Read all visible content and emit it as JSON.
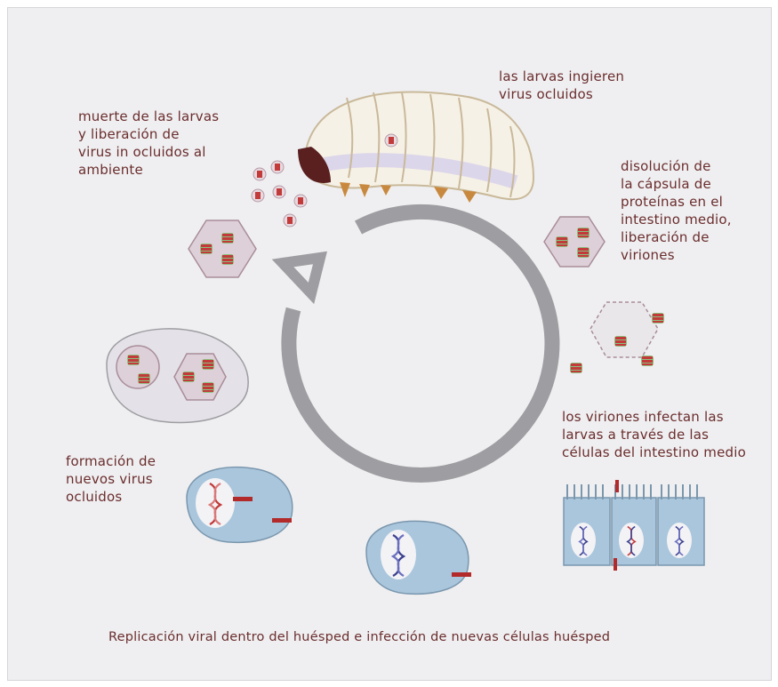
{
  "labels": {
    "ingest": "las larvas ingieren\nvirus ocluidos",
    "death": "muerte de las larvas\ny liberación de\nvirus in ocluidos al\nambiente",
    "dissolution": "disolución de\nla cápsula de\nproteínas en el\nintestino medio,\nliberación de\nviriones",
    "infect": "los viriones infectan las\nlarvas a través de las\ncélulas del intestino medio",
    "formation": "formación de\nnuevos virus\nocluidos",
    "caption": "Replicación viral dentro del huésped e infección de nuevas células huésped"
  },
  "colors": {
    "text": "#6b2d2d",
    "cycle_arrow": "#9e9ea2",
    "virion_red": "#c23a3a",
    "virion_green": "#8cbf7e",
    "polyhedron_fill": "#ddd0d8",
    "cell_fill": "#a9c6dd",
    "larva_body": "#f6f1e6"
  }
}
